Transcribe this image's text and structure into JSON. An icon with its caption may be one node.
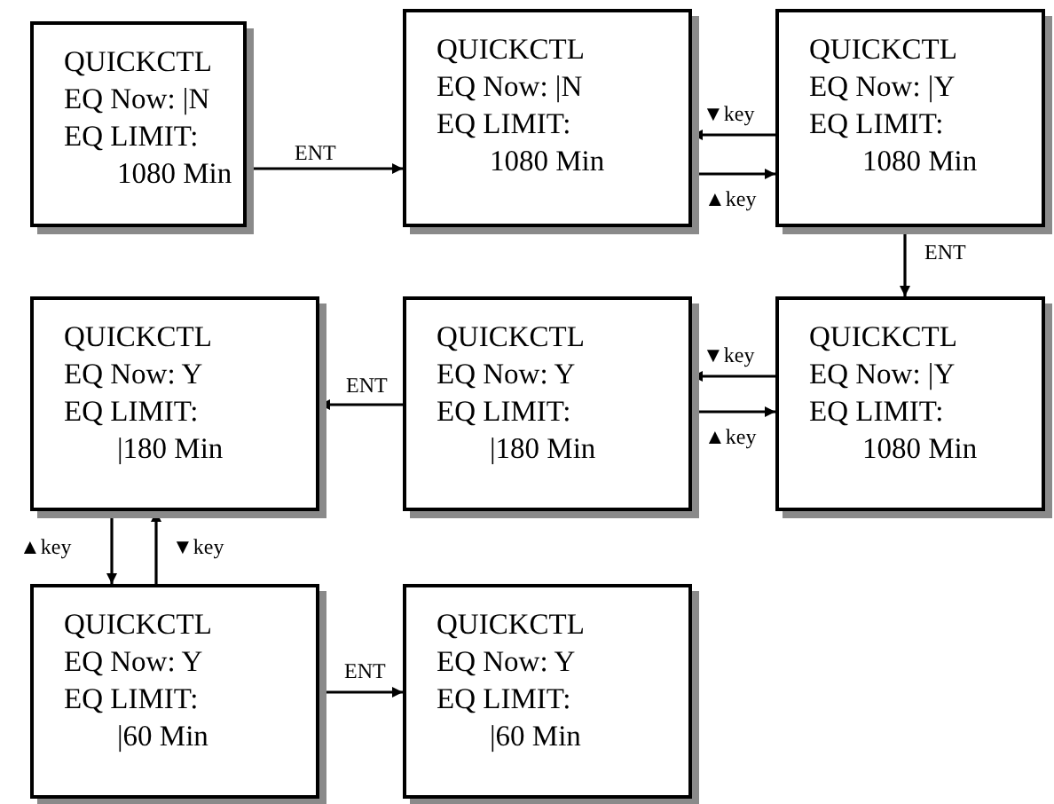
{
  "diagram": {
    "nodes": [
      {
        "text": [
          "QUICKCTL",
          "EQ Now: |N",
          "EQ LIMIT:",
          "1080 Min"
        ]
      },
      {
        "text": [
          "QUICKCTL",
          "EQ Now: |N",
          "EQ LIMIT:",
          "1080 Min"
        ]
      },
      {
        "text": [
          "QUICKCTL",
          "EQ Now: |Y",
          "EQ LIMIT:",
          "1080 Min"
        ]
      },
      {
        "text": [
          "QUICKCTL",
          "EQ Now: Y",
          "EQ LIMIT:",
          "|180 Min"
        ]
      },
      {
        "text": [
          "QUICKCTL",
          "EQ Now: Y",
          "EQ LIMIT:",
          "|180 Min"
        ]
      },
      {
        "text": [
          "QUICKCTL",
          "EQ Now: |Y",
          "EQ LIMIT:",
          "1080 Min"
        ]
      },
      {
        "text": [
          "QUICKCTL",
          "EQ Now: Y",
          "EQ LIMIT:",
          "|60 Min"
        ]
      },
      {
        "text": [
          "QUICKCTL",
          "EQ Now: Y",
          "EQ LIMIT:",
          "|60 Min"
        ]
      }
    ],
    "edges": [
      {
        "from": 0,
        "to": 1,
        "arrow": "to",
        "label": "ENT"
      },
      {
        "from": 2,
        "to": 1,
        "arrow": "to",
        "label": "▼key"
      },
      {
        "from": 1,
        "to": 2,
        "arrow": "to",
        "label": "▲key"
      },
      {
        "from": 2,
        "to": 5,
        "arrow": "to",
        "label": "ENT"
      },
      {
        "from": 5,
        "to": 4,
        "arrow": "to",
        "label": "▼key"
      },
      {
        "from": 4,
        "to": 5,
        "arrow": "to",
        "label": "▲key"
      },
      {
        "from": 4,
        "to": 3,
        "arrow": "to",
        "label": "ENT"
      },
      {
        "from": 3,
        "to": 6,
        "arrow": "to",
        "label": "▲key"
      },
      {
        "from": 6,
        "to": 3,
        "arrow": "to",
        "label": "▼key"
      },
      {
        "from": 6,
        "to": 7,
        "arrow": "to",
        "label": "ENT"
      }
    ]
  }
}
